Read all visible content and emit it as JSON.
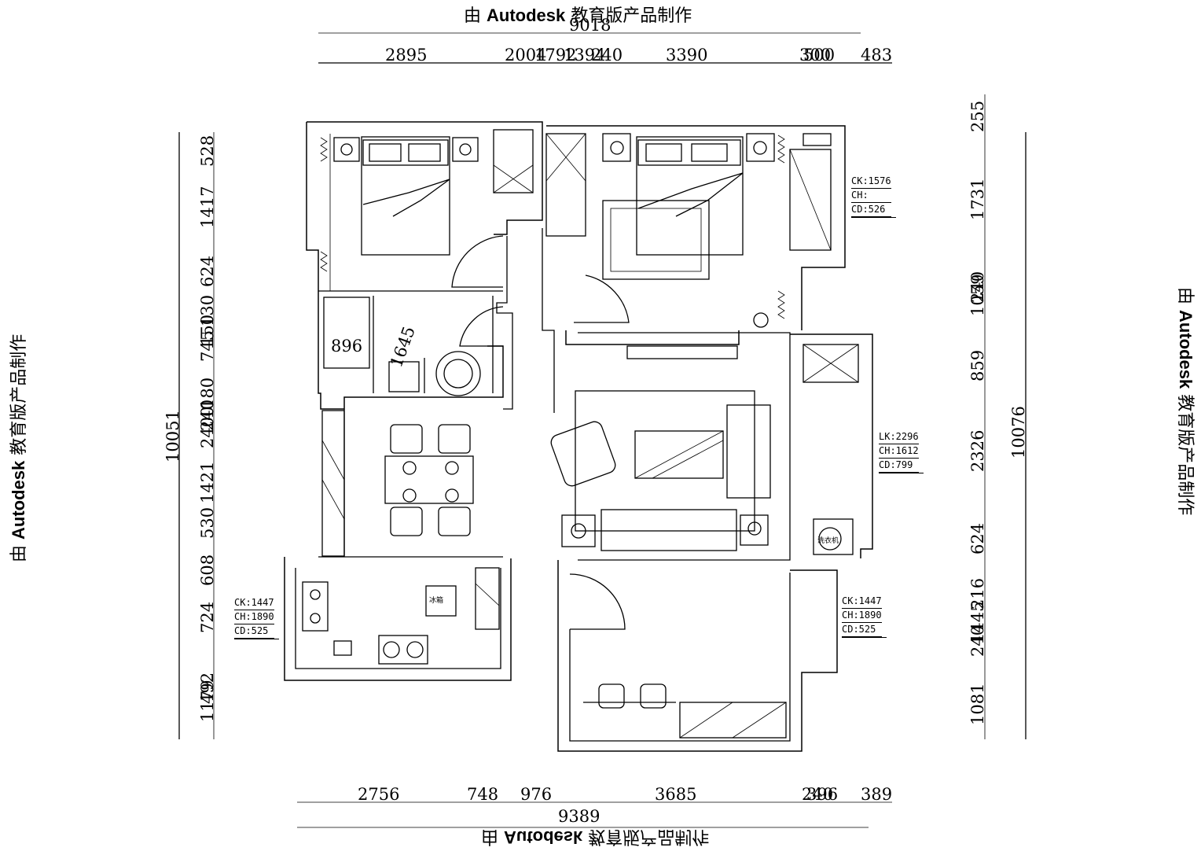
{
  "watermark": {
    "prefix": "由",
    "brand": "Autodesk",
    "suffix": "教育版产品制作"
  },
  "top_dimensions": {
    "total": "9018",
    "segments": [
      "2895",
      "2004",
      "1792",
      "1394",
      "240",
      "3390",
      "300",
      "500",
      "483"
    ]
  },
  "bottom_dimensions": {
    "total": "9389",
    "segments": [
      "2756",
      "748",
      "976",
      "3685",
      "240",
      "396",
      "389"
    ]
  },
  "left_dimensions": {
    "total": "10051",
    "segments": [
      "528",
      "1417",
      "624",
      "130",
      "745",
      "150",
      "180",
      "2400",
      "240",
      "1421",
      "530",
      "608",
      "724",
      "1179",
      "492"
    ]
  },
  "right_dimensions": {
    "total": "10076",
    "segments": [
      "255",
      "1731",
      "1059",
      "240",
      "859",
      "2326",
      "624",
      "216",
      "240",
      "1445",
      "1081"
    ]
  },
  "room_labels": {
    "bath_width": "896",
    "bath_depth": "1645"
  },
  "cabinet_tags": [
    {
      "lines": [
        "CK:1576",
        "CH:",
        "CD:526"
      ]
    },
    {
      "lines": [
        "LK:2296",
        "CH:1612",
        "CD:799"
      ]
    },
    {
      "lines": [
        "CK:1447",
        "CH:1890",
        "CD:525"
      ]
    },
    {
      "lines": [
        "CK:1447",
        "CH:1890",
        "CD:525"
      ]
    }
  ],
  "fixtures": {
    "fridge_label": "冰箱",
    "washer_label": "洗衣机"
  }
}
